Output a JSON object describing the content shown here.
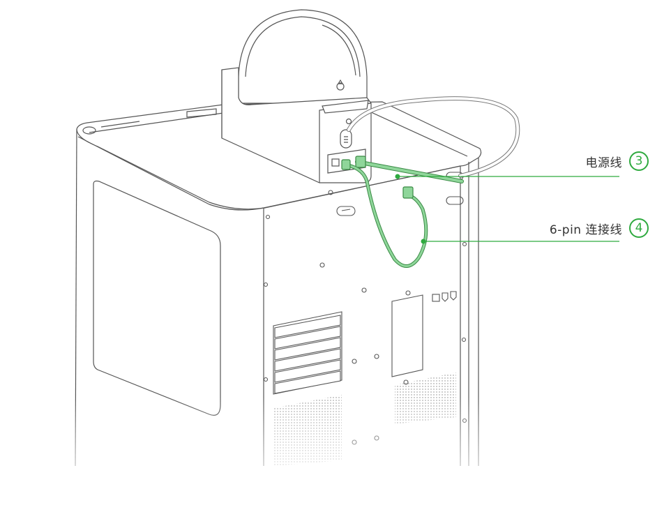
{
  "callouts": [
    {
      "label": "电源线",
      "number": "3"
    },
    {
      "label": "6-pin 连接线",
      "number": "4"
    }
  ],
  "colors": {
    "accent": "#2faa3f",
    "cable_fill": "#8fd69a",
    "outline": "#555555"
  },
  "icons": [
    "printer-body",
    "filament-dryer-box",
    "power-cable",
    "six-pin-cable",
    "vent-louvers"
  ]
}
